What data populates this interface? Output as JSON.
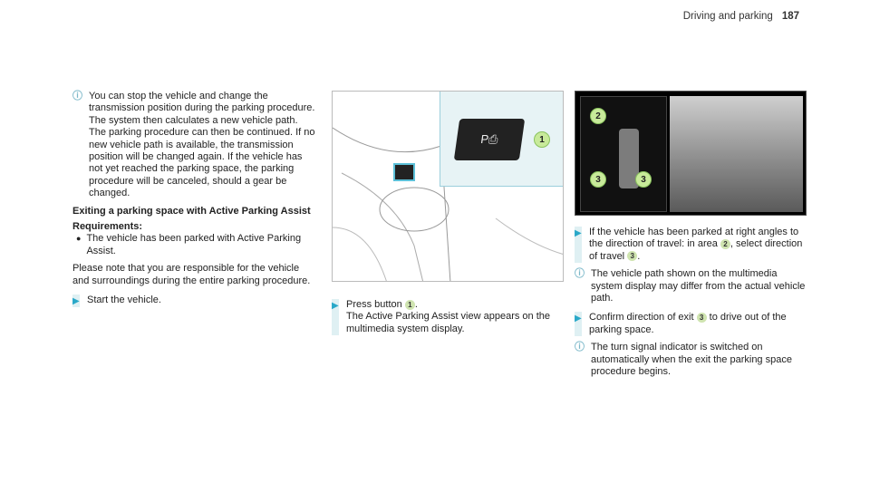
{
  "header": {
    "section": "Driving and parking",
    "page": "187"
  },
  "col1": {
    "note1": "You can stop the vehicle and change the transmission position during the parking procedure. The system then calculates a new vehicle path. The parking procedure can then be continued. If no new vehicle path is available, the transmission position will be changed again. If the vehicle has not yet reached the parking space, the parking procedure will be canceled, should a gear be changed.",
    "heading": "Exiting a parking space with Active Parking Assist",
    "req_heading": "Requirements:",
    "req_item": "The vehicle has been parked with Active Parking Assist.",
    "para": "Please note that you are responsible for the vehicle and surroundings during the entire parking procedure.",
    "step1": "Start the vehicle."
  },
  "col2": {
    "fig_badge": "1",
    "step_prefix": "Press button",
    "step_badge": "1",
    "step_suffix": ".",
    "step_line2": "The Active Parking Assist view appears on the multimedia system display."
  },
  "col3": {
    "fig_badges": [
      "2",
      "3",
      "3"
    ],
    "step1_a": "If the vehicle has been parked at right angles to the direction of travel: in area",
    "step1_badge1": "2",
    "step1_b": ", select direction of travel",
    "step1_badge2": "3",
    "step1_c": ".",
    "note1": "The vehicle path shown on the multimedia system display may differ from the actual vehicle path.",
    "step2_a": "Confirm direction of exit",
    "step2_badge": "3",
    "step2_b": "to drive out of the parking space.",
    "note2": "The turn signal indicator is switched on automatically when the exit the parking space procedure begins."
  },
  "icons": {
    "note": "info-icon",
    "step": "arrow-right-icon"
  }
}
